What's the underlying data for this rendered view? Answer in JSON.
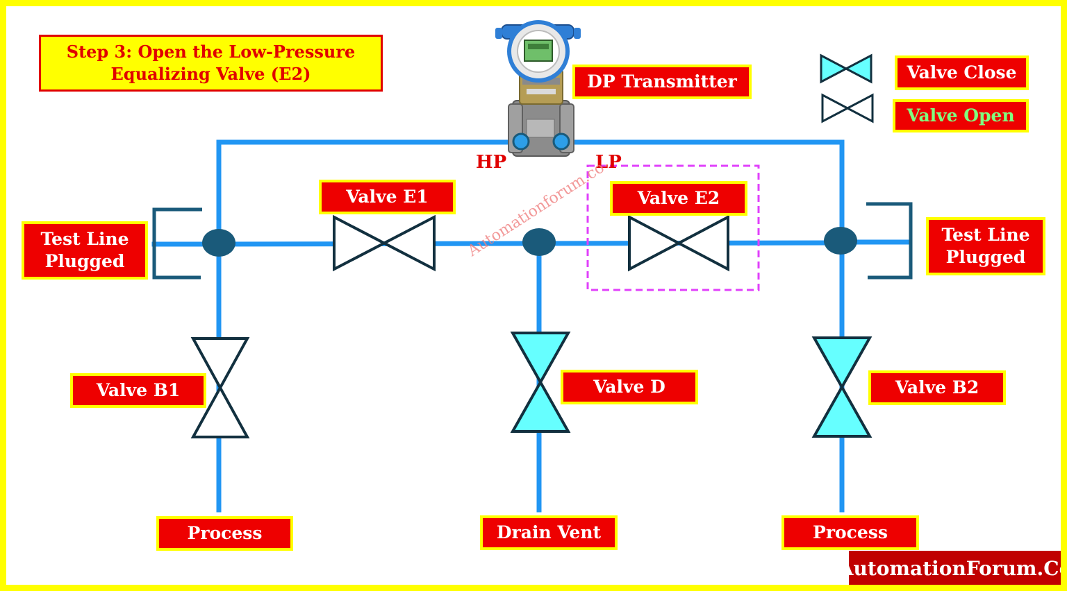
{
  "title": "Step 3: Open the Low-Pressure Equalizing Valve (E2)",
  "transmitter": {
    "label": "DP Transmitter",
    "hp_port": "HP",
    "lp_port": "LP"
  },
  "legend": {
    "closed_label": "Valve Close",
    "open_label": "Valve Open"
  },
  "valves": {
    "e1": {
      "label": "Valve E1",
      "state": "open"
    },
    "e2": {
      "label": "Valve E2",
      "state": "open",
      "highlighted": true
    },
    "b1": {
      "label": "Valve B1",
      "state": "open"
    },
    "b2": {
      "label": "Valve B2",
      "state": "closed"
    },
    "d": {
      "label": "Valve D",
      "state": "closed"
    }
  },
  "test_lines": {
    "left": "Test Line Plugged",
    "right": "Test Line Plugged"
  },
  "connections": {
    "left_process": "Process",
    "right_process": "Process",
    "drain": "Drain Vent"
  },
  "watermark": "Automationforum.co",
  "brand": "AutomationForum.Co",
  "colors": {
    "pipe": "#2196f3",
    "closed_valve_fill": "#66ffff",
    "open_valve_fill": "#ffffff",
    "label_bg": "#ee0000",
    "label_border": "#ffff00",
    "highlight": "#e040fb",
    "junction": "#1a5a7a"
  }
}
